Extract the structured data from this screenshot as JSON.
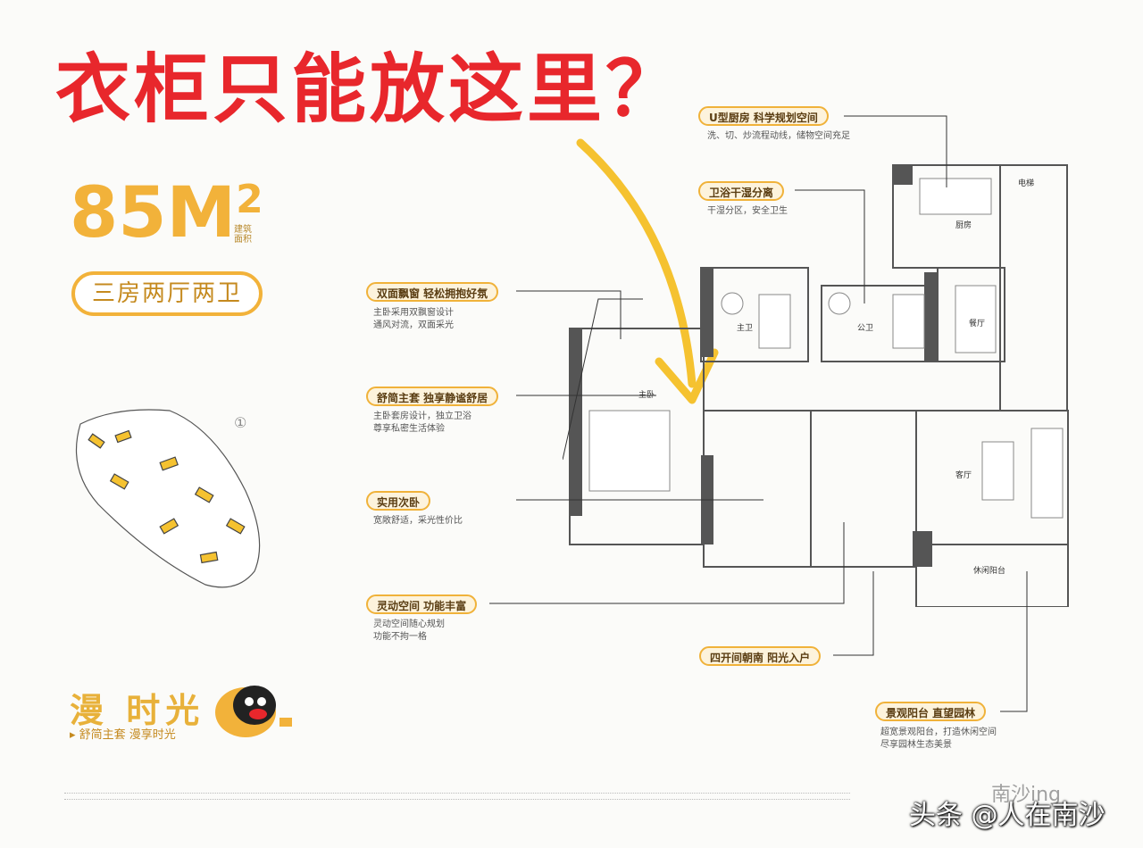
{
  "headline": "衣柜只能放这里？",
  "area": {
    "value": "85M",
    "sup": "2",
    "sub": "建筑面积"
  },
  "rooms_badge": "三房两厅两卫",
  "callouts": {
    "kitchen": {
      "title": "U型厨房 科学规划空间",
      "desc": "洗、切、炒流程动线，储物空间充足"
    },
    "bath": {
      "title": "卫浴干湿分离",
      "desc": "干湿分区，安全卫生"
    },
    "bay": {
      "title": "双面飘窗 轻松拥抱好氛",
      "desc": "主卧采用双飘窗设计\n通风对流，双面采光"
    },
    "master": {
      "title": "舒简主套 独享静谧舒居",
      "desc": "主卧套房设计，独立卫浴\n尊享私密生活体验"
    },
    "second": {
      "title": "实用次卧",
      "desc": "宽敞舒适，采光性价比"
    },
    "flex": {
      "title": "灵动空间 功能丰富",
      "desc": "灵动空间随心规划\n功能不拘一格"
    },
    "south": {
      "title": "四开间朝南 阳光入户",
      "desc": ""
    },
    "balcony": {
      "title": "景观阳台 直望园林",
      "desc": "超宽景观阳台，打造休闲空间\n尽享园林生态美景"
    }
  },
  "plan_labels": {
    "kitchen": "厨房",
    "stairs": "电梯",
    "dining": "餐厅",
    "bath1": "主卫",
    "bath2": "公卫",
    "master": "主卧",
    "living": "客厅",
    "balcony": "休闲阳台"
  },
  "brand": {
    "title": "漫 时光",
    "sub": "▸ 舒简主套 漫享时光"
  },
  "compass": "①",
  "watermark": "头条 @人在南沙",
  "watermark2": "南沙ing",
  "colors": {
    "headline": "#e8272c",
    "accent": "#f2b23a",
    "arrow": "#f5c230",
    "wall": "#555555"
  }
}
